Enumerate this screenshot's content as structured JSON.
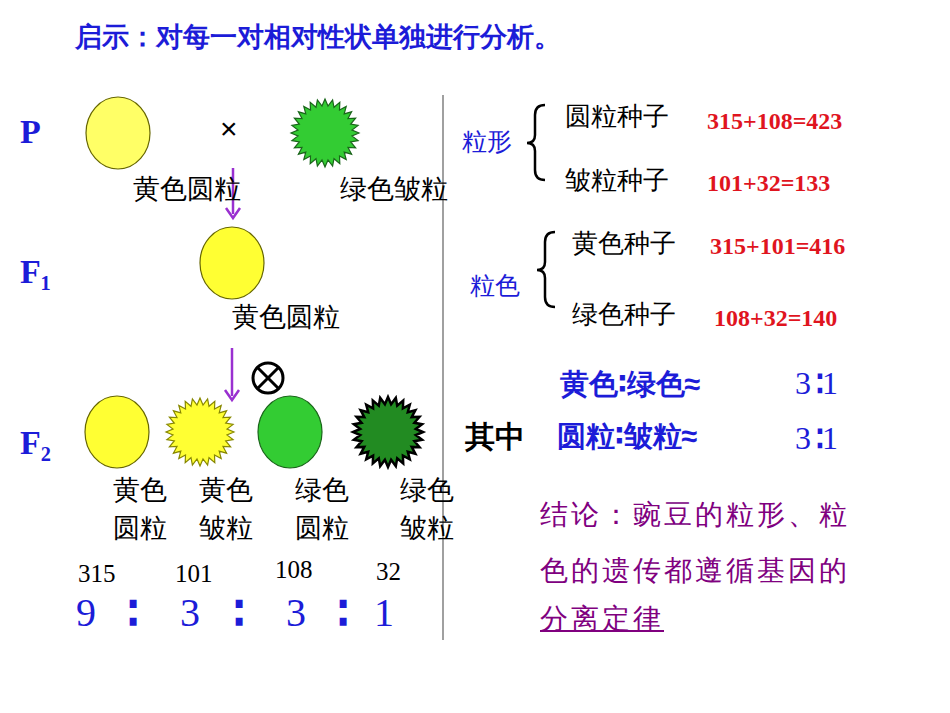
{
  "diagram": {
    "title": "启示：对每一对相对性状单独进行分析。",
    "nodes": [
      {
        "text": [
          "黄色圆粒"
        ]
      },
      {
        "text": [
          "绿色皱粒"
        ]
      },
      {
        "text": [
          "黄色圆粒"
        ]
      },
      {
        "text": [
          "黄色 圆粒"
        ]
      },
      {
        "text": [
          "黄色 皱粒"
        ]
      },
      {
        "text": [
          "绿色 圆粒"
        ]
      },
      {
        "text": [
          "绿色 皱粒"
        ]
      }
    ],
    "labels": [
      "P",
      "×",
      "F₁",
      "F₂",
      "315",
      "101",
      "108",
      "32",
      "9",
      "∶",
      "3",
      "∶",
      "3",
      "∶",
      "1",
      "粒形",
      "圆粒种子",
      "315+108=423",
      "皱粒种子",
      "101+32=133",
      "粒色",
      "黄色种子",
      "315+101=416",
      "绿色种子",
      "108+32=140",
      "其中",
      "黄色∶绿色≈",
      "3∶1",
      "圆粒∶皱粒≈",
      "3∶1",
      "结论：豌豆的粒形、粒色的遗传都遵循基因的",
      "分离定律"
    ]
  }
}
